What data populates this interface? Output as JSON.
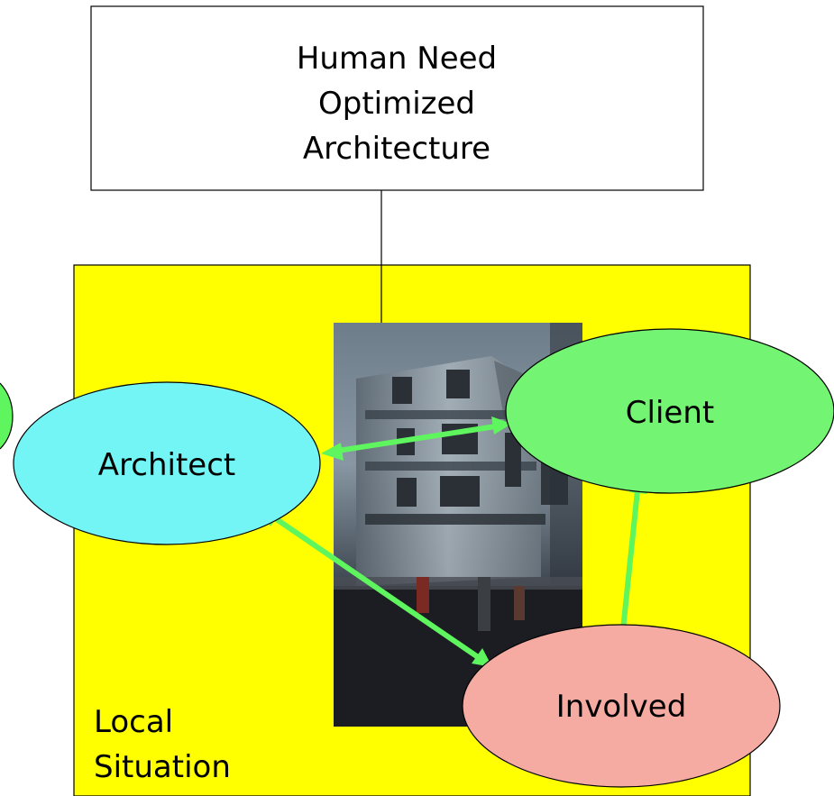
{
  "top_box": {
    "lines": [
      "Human Need",
      "Optimized",
      "Architecture"
    ]
  },
  "region": {
    "label_lines": [
      "Local",
      "Situation"
    ]
  },
  "nodes": {
    "architect": "Architect",
    "client": "Client",
    "involved": "Involved"
  },
  "colors": {
    "region_fill": "#ffff00",
    "architect_fill": "#73f5f5",
    "client_fill": "#73f573",
    "involved_fill": "#f5aaa2",
    "arrow": "#5ef55e",
    "stroke": "#000000"
  },
  "photo": {
    "description_icon": "building-photo"
  }
}
